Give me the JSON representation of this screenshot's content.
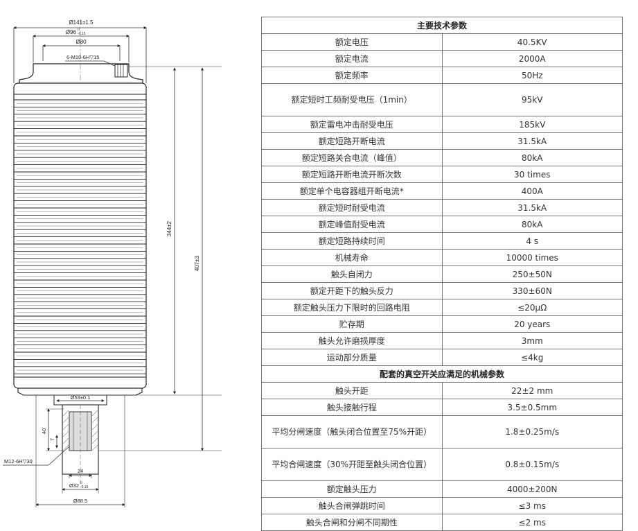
{
  "drawing": {
    "dim_overall_dia": "Ø141±1.5",
    "dim_flange_dia": "Ø96",
    "dim_flange_tol_upper": "0",
    "dim_flange_tol_lower": "-0.15",
    "dim_bolt_circle": "Ø80",
    "dim_bolt_holes": "6-M10-6H▽15",
    "dim_height_inner": "344±2",
    "dim_height_total": "407±3",
    "dim_stem_dia": "Ø53±0.1",
    "dim_stem_40": "40",
    "dim_stem_7": "7",
    "dim_thread": "M12-6H▽30",
    "dim_24": "24",
    "dim_shaft_dia": "Ø32",
    "dim_shaft_tol_upper": "0",
    "dim_shaft_tol_lower": "-0.15",
    "dim_base_dia": "Ø88.5"
  },
  "table": {
    "section1_title": "主要技术参数",
    "section2_title": "配套的真空开关应满足的机械参数",
    "rows1": [
      {
        "label": "额定电压",
        "value": "40.5KV"
      },
      {
        "label": "额定电流",
        "value": "2000A"
      },
      {
        "label": "额定频率",
        "value": "50Hz"
      },
      {
        "label": "额定短时工频耐受电压（1min）",
        "value": "95kV"
      },
      {
        "label": "额定雷电冲击耐受电压",
        "value": "185kV"
      },
      {
        "label": "额定短路开断电流",
        "value": "31.5kA"
      },
      {
        "label": "额定短路关合电流（峰值）",
        "value": "80kA"
      },
      {
        "label": "额定短路开断电流开断次数",
        "value": "30 times"
      },
      {
        "label": "额定单个电容器组开断电流*",
        "value": "400A"
      },
      {
        "label": "额定短时耐受电流",
        "value": "31.5kA"
      },
      {
        "label": "额定峰值耐受电流",
        "value": "80kA"
      },
      {
        "label": "额定短路持续时间",
        "value": "4 s"
      },
      {
        "label": "机械寿命",
        "value": "10000 times"
      },
      {
        "label": "触头自闭力",
        "value": "250±50N"
      },
      {
        "label": "额定开距下的触头反力",
        "value": "330±60N"
      },
      {
        "label": "额定触头压力下限时的回路电阻",
        "value": "≤20μΩ"
      },
      {
        "label": "贮存期",
        "value": "20 years"
      },
      {
        "label": "触头允许磨损厚度",
        "value": "3mm"
      },
      {
        "label": "运动部分质量",
        "value": "≤4kg"
      }
    ],
    "rows2": [
      {
        "label": "触头开距",
        "value": "22±2 mm"
      },
      {
        "label": "触头接触行程",
        "value": "3.5±0.5mm"
      },
      {
        "label": "平均分闸速度（触头闭合位置至75%开距）",
        "value": "1.8±0.25m/s"
      },
      {
        "label": "平均合闸速度（30%开距至触头闭合位置）",
        "value": "0.8±0.15m/s"
      },
      {
        "label": "额定触头压力",
        "value": "4000±200N"
      },
      {
        "label": "触头合闸弹跳时间",
        "value": "≤3 ms"
      },
      {
        "label": "触头合闸和分闸不同期性",
        "value": "≤2 ms"
      }
    ]
  }
}
